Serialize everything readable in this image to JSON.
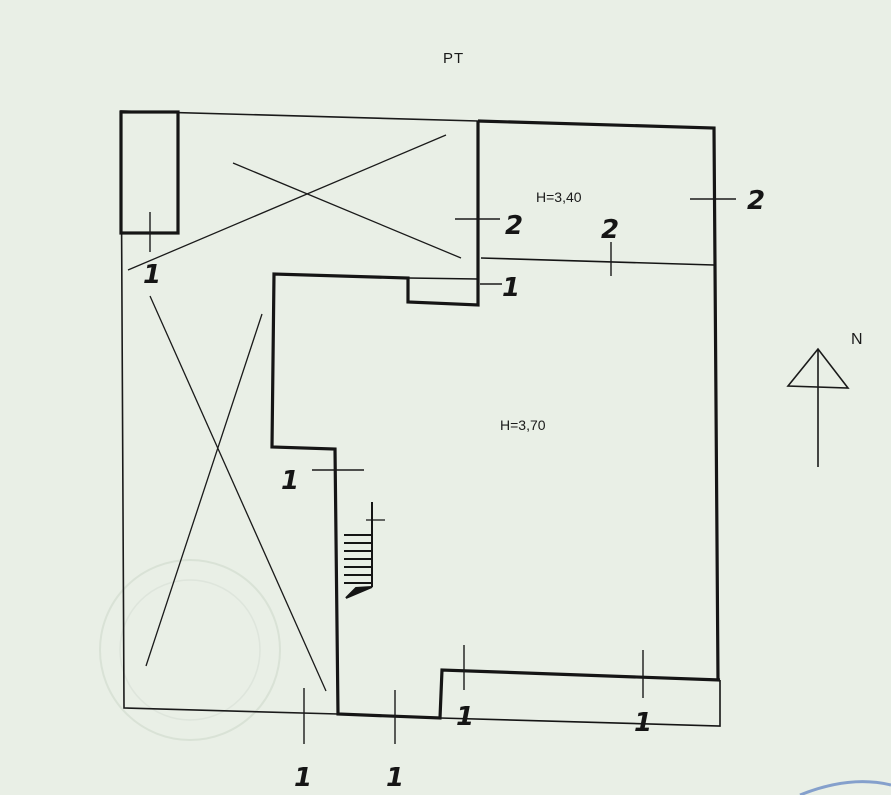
{
  "title": "PT",
  "rooms": [
    {
      "height_label": "H=3,40"
    },
    {
      "height_label": "H=3,70"
    }
  ],
  "section_marks": {
    "left_upper": "1",
    "stair_corner": "1",
    "left_mid": "1",
    "bottom_left": "1",
    "bottom_mid": "1",
    "bottom_step": "1",
    "bottom_right": "1",
    "upper_mid": "2",
    "upper_room": "2",
    "right_outer": "2"
  },
  "north_arrow": {
    "label": "N"
  },
  "colors": {
    "paper": "#e9efe6",
    "ink": "#151515"
  }
}
